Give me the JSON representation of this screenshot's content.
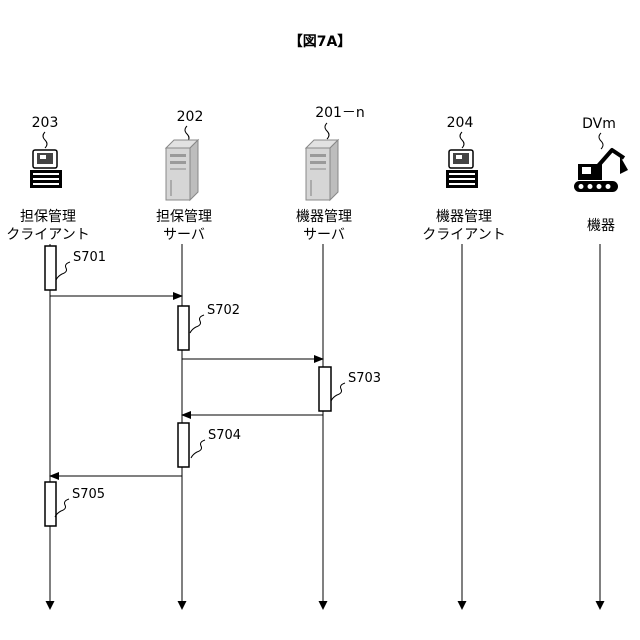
{
  "figure": {
    "title": "【図7A】"
  },
  "participants": [
    {
      "id": "p203",
      "ref": "203",
      "label_lines": [
        "担保管理",
        "クライアント"
      ],
      "icon": "client-terminal-icon"
    },
    {
      "id": "p202",
      "ref": "202",
      "label_lines": [
        "担保管理",
        "サーバ"
      ],
      "icon": "server-tower-icon"
    },
    {
      "id": "p201",
      "ref": "201－n",
      "label_lines": [
        "機器管理",
        "サーバ"
      ],
      "icon": "server-tower-icon"
    },
    {
      "id": "p204",
      "ref": "204",
      "label_lines": [
        "機器管理",
        "クライアント"
      ],
      "icon": "client-terminal-icon"
    },
    {
      "id": "pdv",
      "ref": "DVm",
      "label_lines": [
        "機器"
      ],
      "icon": "excavator-icon"
    }
  ],
  "steps": [
    {
      "id": "S701",
      "label": "S701"
    },
    {
      "id": "S702",
      "label": "S702"
    },
    {
      "id": "S703",
      "label": "S703"
    },
    {
      "id": "S704",
      "label": "S704"
    },
    {
      "id": "S705",
      "label": "S705"
    }
  ],
  "messages": [
    {
      "from": "p203",
      "to": "p202"
    },
    {
      "from": "p202",
      "to": "p201"
    },
    {
      "from": "p201",
      "to": "p202"
    },
    {
      "from": "p202",
      "to": "p203"
    }
  ]
}
